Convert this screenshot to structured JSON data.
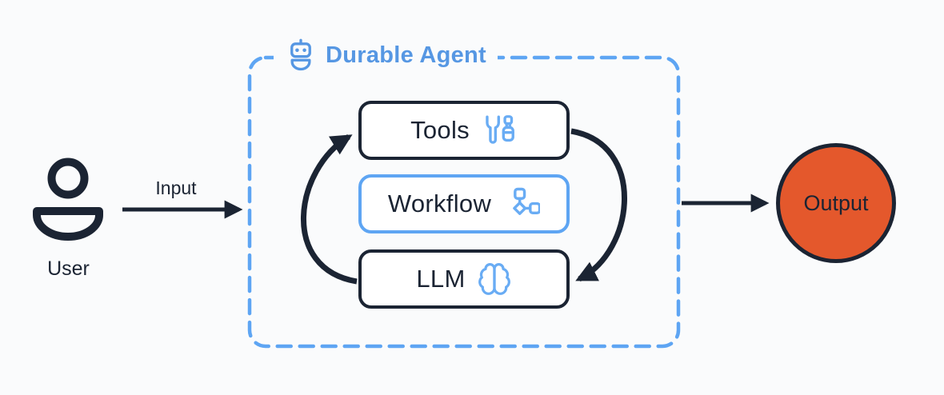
{
  "diagram": {
    "user": {
      "label": "User",
      "icon": "person-icon"
    },
    "input_arrow": {
      "label": "Input",
      "direction": "right"
    },
    "agent": {
      "title": "Durable Agent",
      "icon": "robot-icon",
      "border_style": "dashed",
      "boxes": [
        {
          "label": "Tools",
          "icon": "wrench-screwdriver-icon",
          "border_color": "dark"
        },
        {
          "label": "Workflow",
          "icon": "workflow-nodes-icon",
          "border_color": "blue"
        },
        {
          "label": "LLM",
          "icon": "brain-icon",
          "border_color": "dark"
        }
      ],
      "loop_arrows": [
        "llm-to-tools-left-arc",
        "tools-to-llm-right-arc"
      ]
    },
    "output": {
      "label": "Output",
      "shape": "circle"
    },
    "colors": {
      "dark": "#1b2433",
      "accent_blue": "#5ea5f3",
      "title_blue": "#5697e3",
      "icon_blue": "#69acf4",
      "output_orange": "#e4582c",
      "background": "#fafbfc",
      "node_background": "#ffffff"
    }
  }
}
